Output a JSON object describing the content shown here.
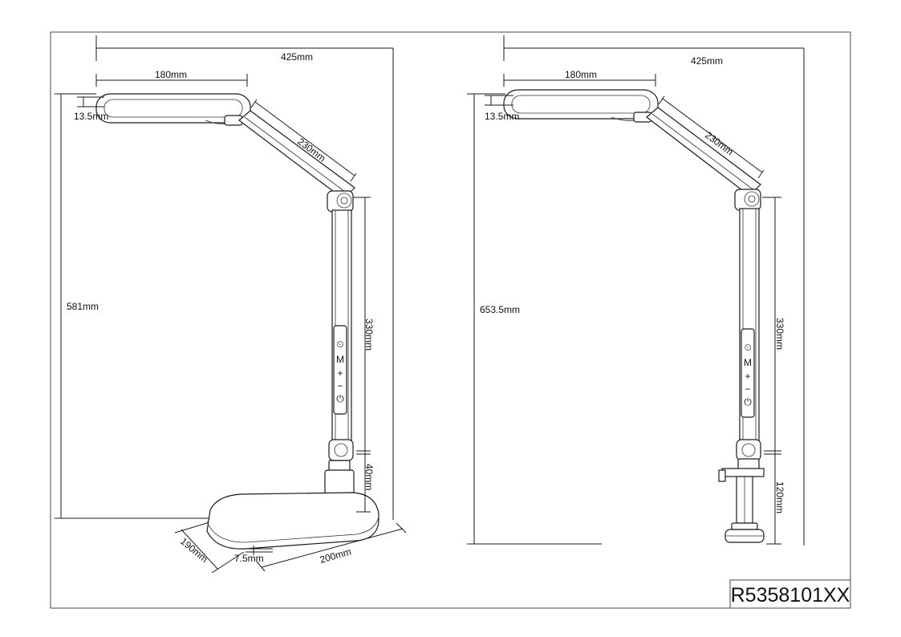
{
  "left_view": {
    "width": "425mm",
    "head_width": "180mm",
    "head_thickness": "13.5mm",
    "upper_arm": "230mm",
    "total_height": "581mm",
    "lower_arm": "330mm",
    "neck": "40mm",
    "base_depth": "190mm",
    "base_thickness": "7.5mm",
    "base_width": "200mm"
  },
  "right_view": {
    "width": "425mm",
    "head_width": "180mm",
    "head_thickness": "13.5mm",
    "upper_arm": "230mm",
    "total_height": "653.5mm",
    "lower_arm": "330mm",
    "clamp": "120mm"
  },
  "control_panel": {
    "buttons": [
      "⏲",
      "M",
      "+",
      "−",
      "⏻"
    ]
  },
  "title_block": {
    "code": "R5358101XX"
  }
}
